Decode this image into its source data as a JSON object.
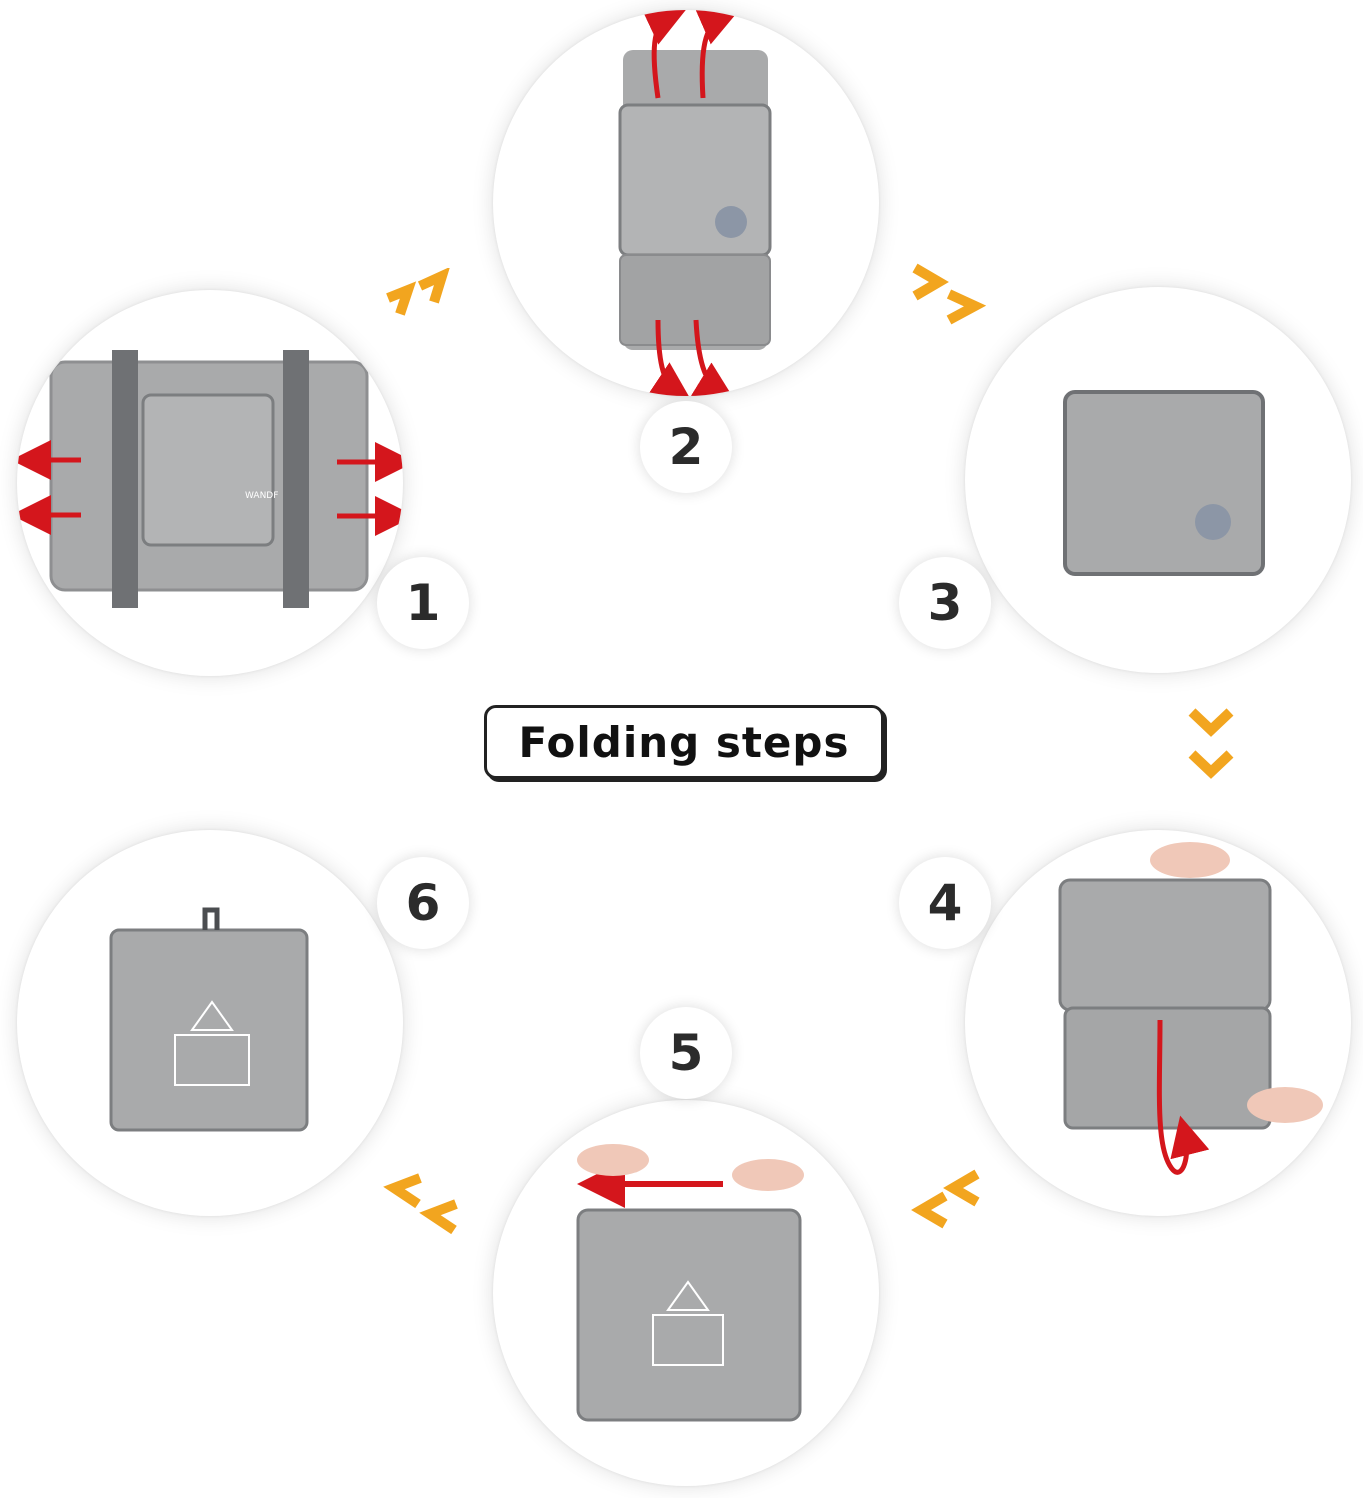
{
  "title": "Folding steps",
  "steps": [
    {
      "number": "1"
    },
    {
      "number": "2"
    },
    {
      "number": "3"
    },
    {
      "number": "4"
    },
    {
      "number": "5"
    },
    {
      "number": "6"
    }
  ],
  "brand_label": "WANDF",
  "colors": {
    "bag_gray": "#a9aaab",
    "strap_gray": "#6f7174",
    "arrow_red": "#d4161c",
    "chevron_orange": "#f2a51f",
    "badge_text": "#2b2b2b"
  }
}
